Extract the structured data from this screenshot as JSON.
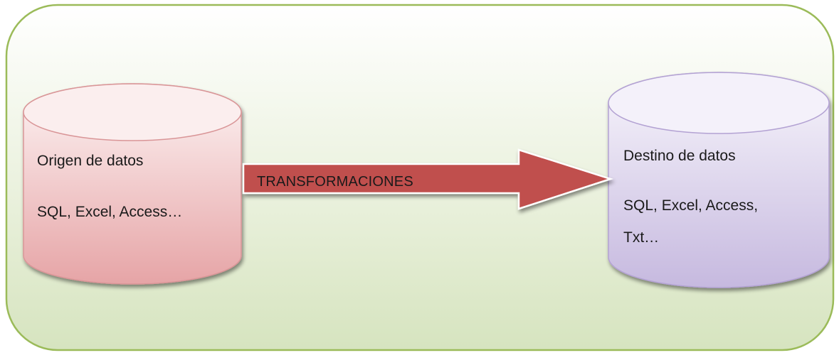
{
  "source": {
    "title": "Origen de datos",
    "formats": "SQL, Excel, Access…",
    "color": "#e7a9ab"
  },
  "arrow": {
    "label": "TRANSFORMACIONES",
    "color": "#c0504d"
  },
  "destination": {
    "title": "Destino de datos",
    "formats_line1": "SQL, Excel, Access,",
    "formats_line2": "Txt…",
    "color": "#c5b8de"
  },
  "background_color": "#d9e6c4"
}
